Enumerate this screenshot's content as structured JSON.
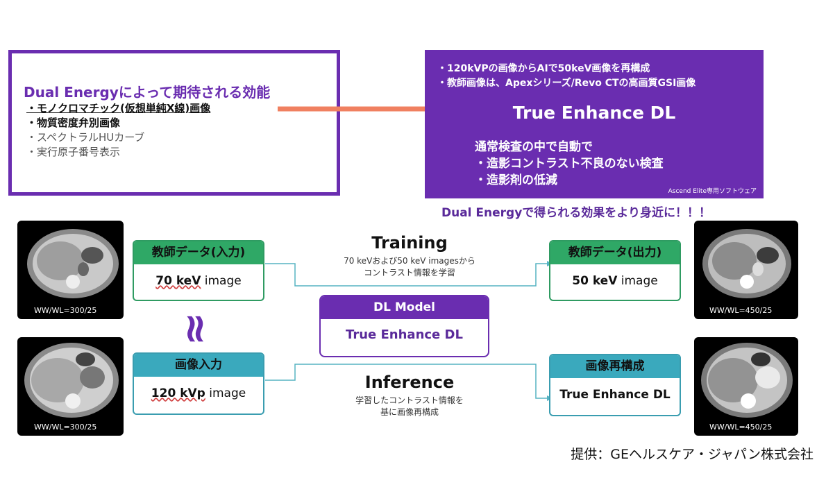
{
  "benefits": {
    "title": "Dual Energyによって期待される効能",
    "items": [
      "・モノクロマチック(仮想単純X線)画像",
      "・物質密度弁別画像",
      "・スペクトラルHUカーブ",
      "・実行原子番号表示"
    ]
  },
  "true_enhance": {
    "line1": "・120kVPの画像からAIで50keV画像を再構成",
    "line2": "・教師画像は、Apexシリーズ/Revo CTの高画質GSI画像",
    "title": "True Enhance DL",
    "auto_heading": "通常検査の中で自動で",
    "auto_item1": "・造影コントラスト不良のない検査",
    "auto_item2": "・造影剤の低減",
    "software_note": "Ascend Elite専用ソフトウェア"
  },
  "tagline": "Dual Energyで得られる効果をより身近に！！！",
  "training": {
    "title": "Training",
    "sub1": "70 keVおよび50 keV imagesから",
    "sub2": "コントラスト情報を学習",
    "input_header": "教師データ(入力)",
    "input_kev": "70 keV",
    "input_suffix": " image",
    "output_header": "教師データ(出力)",
    "output_kev": "50 keV",
    "output_suffix": " image"
  },
  "inference": {
    "title": "Inference",
    "sub1": "学習したコントラスト情報を",
    "sub2": "基に画像再構成",
    "input_header": "画像入力",
    "input_kvp": "120 kVp",
    "input_suffix": " image",
    "output_header": "画像再構成",
    "output_text": "True Enhance DL"
  },
  "dl_model": {
    "header": "DL Model",
    "body": "True Enhance DL"
  },
  "equiv_symbol": "≈",
  "ct_labels": {
    "top_left": "WW/WL=300/25",
    "bottom_left": "WW/WL=300/25",
    "top_right": "WW/WL=450/25",
    "bottom_right": "WW/WL=450/25"
  },
  "credit": "提供：GEヘルスケア・ジャパン株式会社",
  "colors": {
    "purple": "#6a2db0",
    "arrow": "#f08060",
    "green": "#2fa866",
    "teal": "#3aa9bd"
  }
}
